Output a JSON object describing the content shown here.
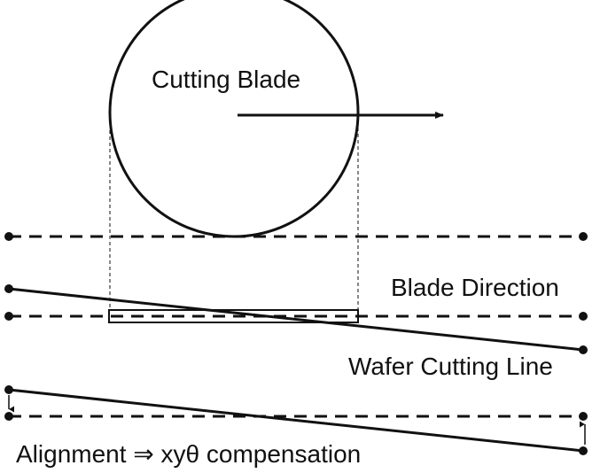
{
  "labels": {
    "blade": "Cutting Blade",
    "blade_direction": "Blade Direction",
    "wafer_cutting_line": "Wafer Cutting Line",
    "alignment": "Alignment ⇒ xyθ compensation"
  },
  "colors": {
    "stroke": "#111111",
    "background": "#ffffff"
  }
}
